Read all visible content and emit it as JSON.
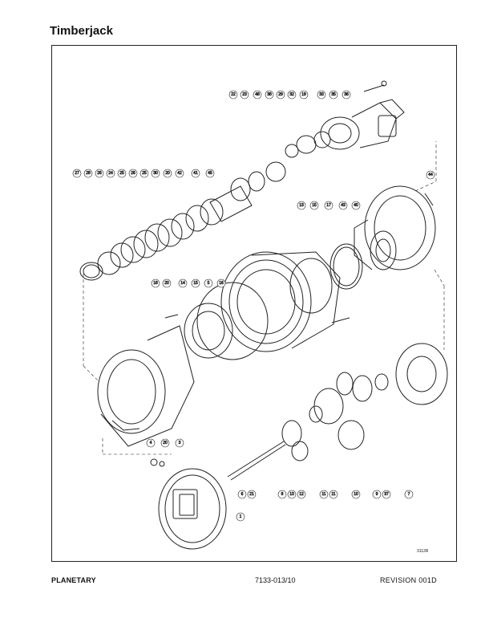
{
  "header": {
    "brand": "Timberjack"
  },
  "figure": {
    "id": "3112R"
  },
  "footer": {
    "left": "PLANETARY",
    "middle": "7133-013/10",
    "right": "REVISION 001D"
  },
  "callouts": {
    "row_top": [
      "22",
      "23",
      "48",
      "38",
      "29",
      "32",
      "19",
      "33",
      "35",
      "36"
    ],
    "row_second": [
      "27",
      "28",
      "26",
      "24",
      "25",
      "26",
      "25",
      "30",
      "20",
      "42",
      "41",
      "45"
    ],
    "right_44": "44",
    "row_third": [
      "13",
      "15",
      "17",
      "43",
      "40"
    ],
    "row_mid": [
      "18",
      "20",
      "14",
      "15",
      "5",
      "16"
    ],
    "row_lower_left": [
      "4",
      "20",
      "3"
    ],
    "row_bottom": [
      "6",
      "21",
      "8",
      "13",
      "12",
      "11",
      "11",
      "10",
      "9",
      "37",
      "7"
    ],
    "single_1": "1"
  }
}
